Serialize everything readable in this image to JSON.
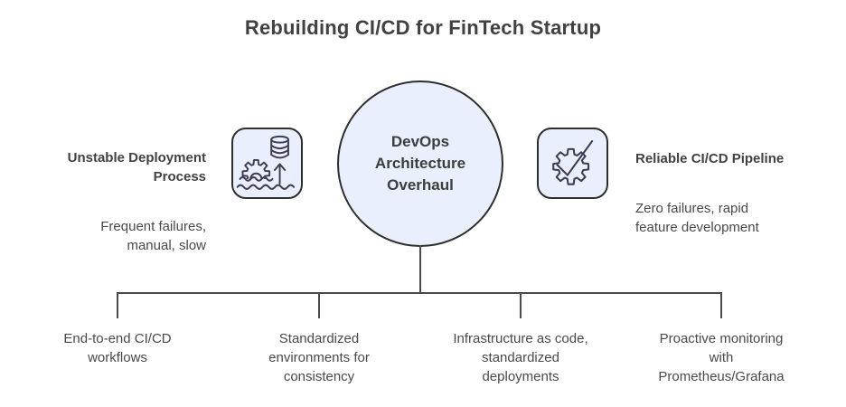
{
  "title": "Rebuilding CI/CD for FinTech Startup",
  "colors": {
    "background": "#ffffff",
    "node_fill": "#e9effc",
    "node_border": "#2e2e2e",
    "connector": "#4a4a4a",
    "text": "#4a4a4a",
    "heading_text": "#424242",
    "icon_stroke": "#3f3d56"
  },
  "center": {
    "label": "DevOps Architecture\nOverhaul"
  },
  "before": {
    "icon": "gear-sinking-in-water-with-database-upload-icon",
    "heading": "Unstable Deployment\nProcess",
    "body": "Frequent failures,\nmanual, slow"
  },
  "after": {
    "icon": "gear-with-checkmark-icon",
    "heading": "Reliable CI/CD Pipeline",
    "body": "Zero failures, rapid\nfeature development"
  },
  "outcomes": [
    {
      "label": "End-to-end CI/CD\nworkflows"
    },
    {
      "label": "Standardized\nenvironments for\nconsistency"
    },
    {
      "label": "Infrastructure as code,\nstandardized\ndeployments"
    },
    {
      "label": "Proactive monitoring\nwith\nPrometheus/Grafana"
    }
  ]
}
